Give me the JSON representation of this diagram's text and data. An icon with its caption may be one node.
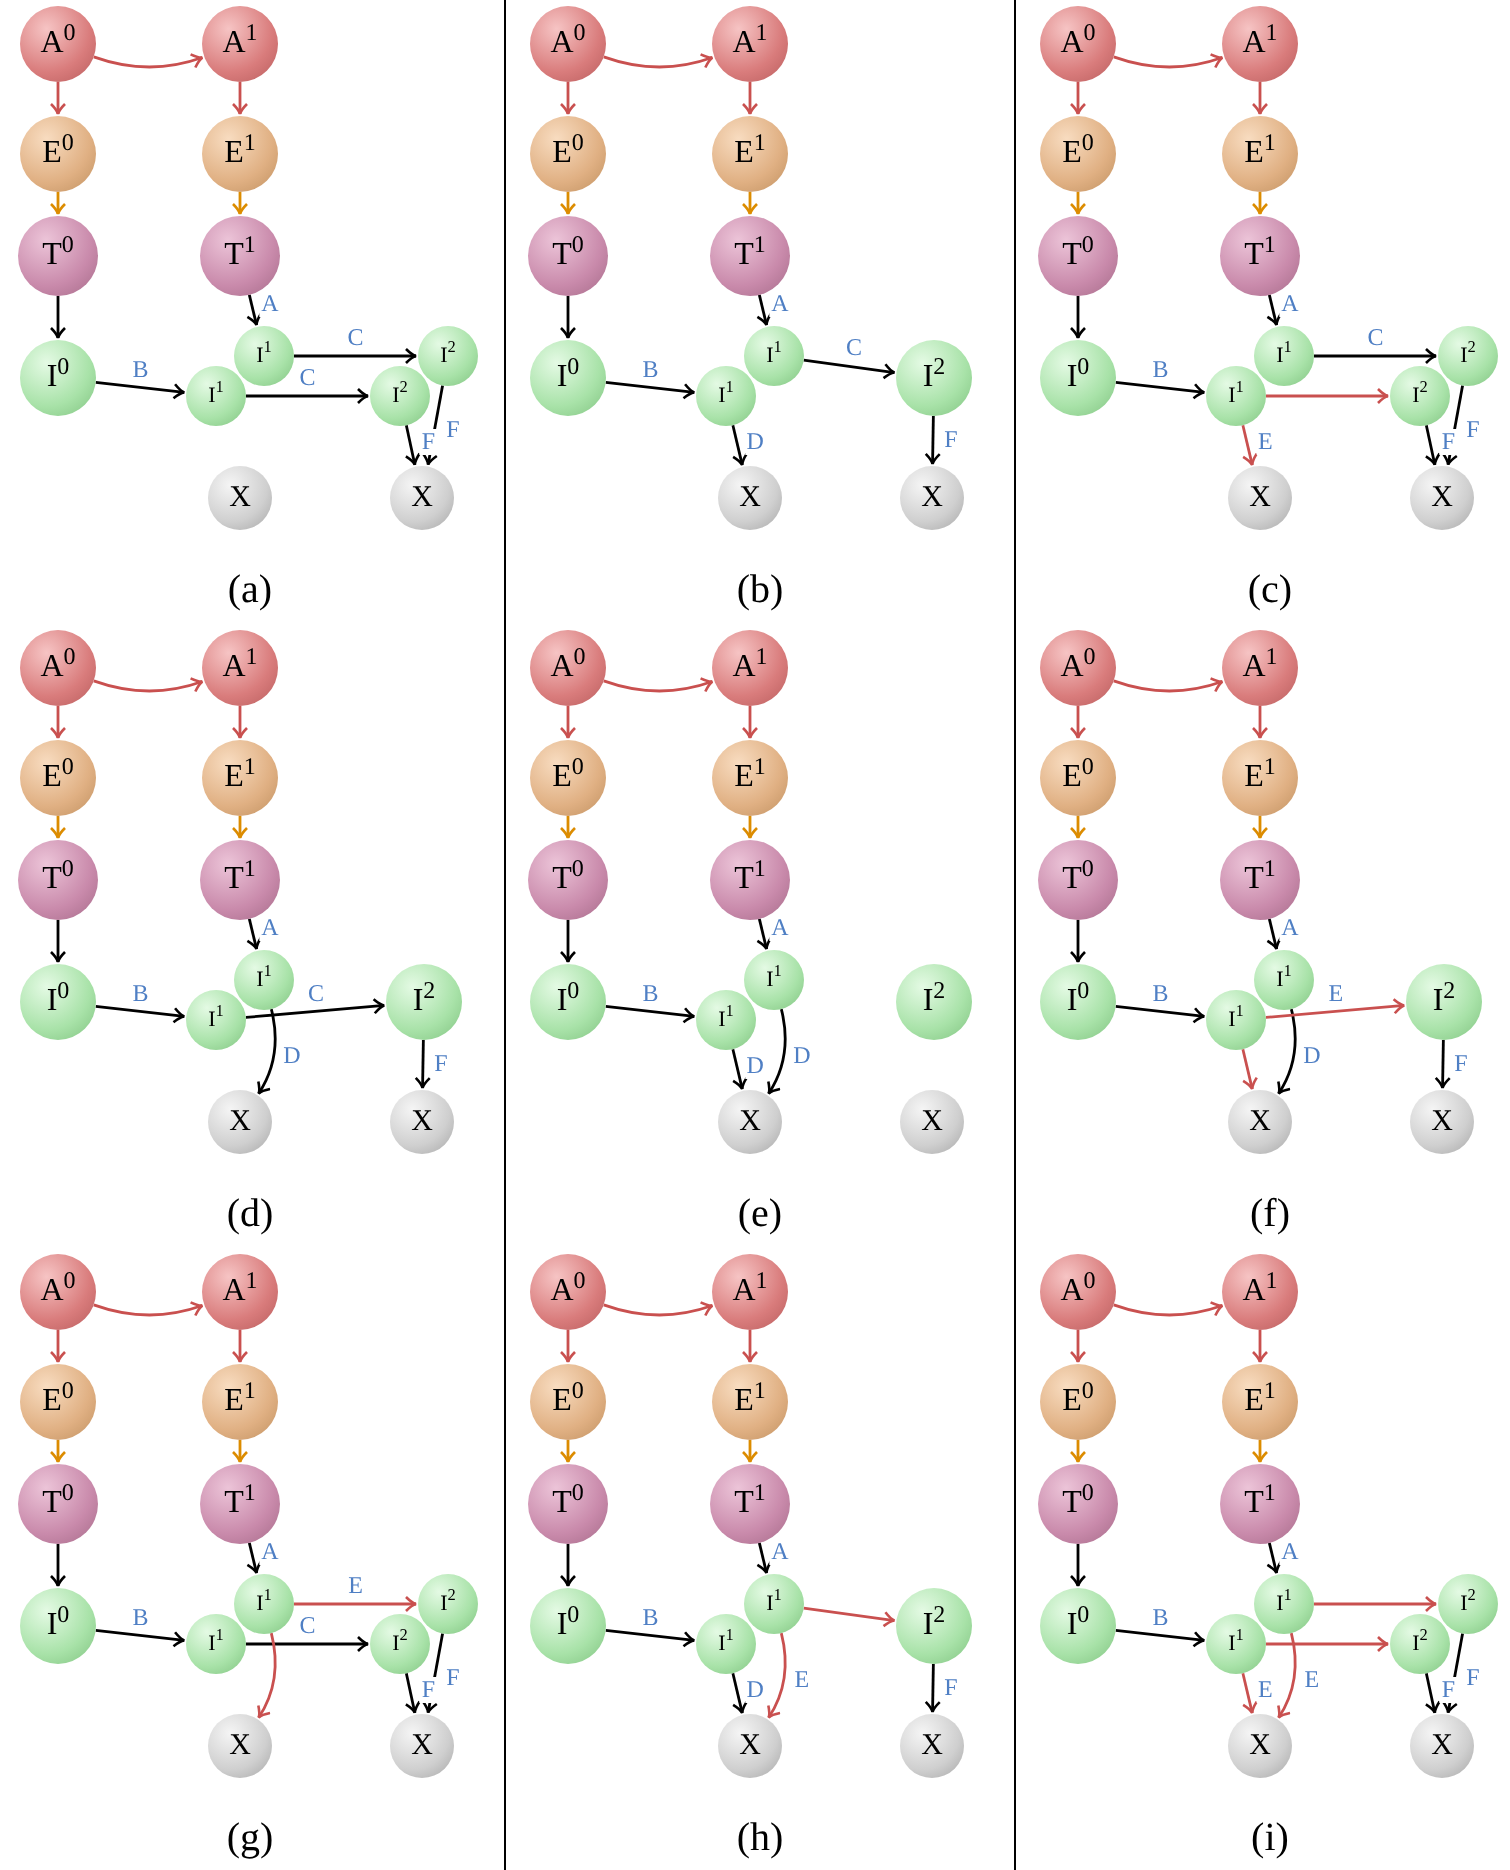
{
  "diagram": {
    "nodes": [
      {
        "text": [
          "A$^{0}$"
        ]
      },
      {
        "text": [
          "A$^{1}$"
        ]
      },
      {
        "text": [
          "E$^{0}$"
        ]
      },
      {
        "text": [
          "E$^{1}$"
        ]
      },
      {
        "text": [
          "T$^{0}$"
        ]
      },
      {
        "text": [
          "T$^{1}$"
        ]
      },
      {
        "text": [
          "I$^{0}$"
        ]
      },
      {
        "text": [
          "I$^{1}$"
        ]
      },
      {
        "text": [
          "I$^{1}$"
        ]
      },
      {
        "text": [
          "I$^{2}$"
        ]
      },
      {
        "text": [
          "I$^{2}$"
        ]
      },
      {
        "text": [
          "X"
        ]
      },
      {
        "text": [
          "X"
        ]
      },
      {
        "text": [
          "A$^{0}$"
        ]
      },
      {
        "text": [
          "A$^{1}$"
        ]
      },
      {
        "text": [
          "E$^{0}$"
        ]
      },
      {
        "text": [
          "E$^{1}$"
        ]
      },
      {
        "text": [
          "T$^{0}$"
        ]
      },
      {
        "text": [
          "T$^{1}$"
        ]
      },
      {
        "text": [
          "I$^{0}$"
        ]
      },
      {
        "text": [
          "I$^{1}$"
        ]
      },
      {
        "text": [
          "I$^{1}$"
        ]
      },
      {
        "text": [
          "I$^{2}$"
        ]
      },
      {
        "text": [
          "X"
        ]
      },
      {
        "text": [
          "X"
        ]
      },
      {
        "text": [
          "A$^{0}$"
        ]
      },
      {
        "text": [
          "A$^{1}$"
        ]
      },
      {
        "text": [
          "E$^{0}$"
        ]
      },
      {
        "text": [
          "E$^{1}$"
        ]
      },
      {
        "text": [
          "T$^{0}$"
        ]
      },
      {
        "text": [
          "T$^{1}$"
        ]
      },
      {
        "text": [
          "I$^{0}$"
        ]
      },
      {
        "text": [
          "I$^{1}$"
        ]
      },
      {
        "text": [
          "I$^{1}$"
        ]
      },
      {
        "text": [
          "I$^{2}$"
        ]
      },
      {
        "text": [
          "I$^{2}$"
        ]
      },
      {
        "text": [
          "X"
        ]
      },
      {
        "text": [
          "X"
        ]
      },
      {
        "text": [
          "A$^{0}$"
        ]
      },
      {
        "text": [
          "A$^{1}$"
        ]
      },
      {
        "text": [
          "E$^{0}$"
        ]
      },
      {
        "text": [
          "E$^{1}$"
        ]
      },
      {
        "text": [
          "T$^{0}$"
        ]
      },
      {
        "text": [
          "T$^{1}$"
        ]
      },
      {
        "text": [
          "I$^{0}$"
        ]
      },
      {
        "text": [
          "I$^{1}$"
        ]
      },
      {
        "text": [
          "I$^{1}$"
        ]
      },
      {
        "text": [
          "I$^{2}$"
        ]
      },
      {
        "text": [
          "X"
        ]
      },
      {
        "text": [
          "X"
        ]
      },
      {
        "text": [
          "A$^{0}$"
        ]
      },
      {
        "text": [
          "A$^{1}$"
        ]
      },
      {
        "text": [
          "E$^{0}$"
        ]
      },
      {
        "text": [
          "E$^{1}$"
        ]
      },
      {
        "text": [
          "T$^{0}$"
        ]
      },
      {
        "text": [
          "T$^{1}$"
        ]
      },
      {
        "text": [
          "I$^{0}$"
        ]
      },
      {
        "text": [
          "I$^{1}$"
        ]
      },
      {
        "text": [
          "I$^{1}$"
        ]
      },
      {
        "text": [
          "I$^{2}$"
        ]
      },
      {
        "text": [
          "X"
        ]
      },
      {
        "text": [
          "X"
        ]
      },
      {
        "text": [
          "A$^{0}$"
        ]
      },
      {
        "text": [
          "A$^{1}$"
        ]
      },
      {
        "text": [
          "E$^{0}$"
        ]
      },
      {
        "text": [
          "E$^{1}$"
        ]
      },
      {
        "text": [
          "T$^{0}$"
        ]
      },
      {
        "text": [
          "T$^{1}$"
        ]
      },
      {
        "text": [
          "I$^{0}$"
        ]
      },
      {
        "text": [
          "I$^{1}$"
        ]
      },
      {
        "text": [
          "I$^{1}$"
        ]
      },
      {
        "text": [
          "I$^{2}$"
        ]
      },
      {
        "text": [
          "X"
        ]
      },
      {
        "text": [
          "X"
        ]
      },
      {
        "text": [
          "A$^{0}$"
        ]
      },
      {
        "text": [
          "A$^{1}$"
        ]
      },
      {
        "text": [
          "E$^{0}$"
        ]
      },
      {
        "text": [
          "E$^{1}$"
        ]
      },
      {
        "text": [
          "T$^{0}$"
        ]
      },
      {
        "text": [
          "T$^{1}$"
        ]
      },
      {
        "text": [
          "I$^{0}$"
        ]
      },
      {
        "text": [
          "I$^{1}$"
        ]
      },
      {
        "text": [
          "I$^{1}$"
        ]
      },
      {
        "text": [
          "I$^{2}$"
        ]
      },
      {
        "text": [
          "I$^{2}$"
        ]
      },
      {
        "text": [
          "X"
        ]
      },
      {
        "text": [
          "X"
        ]
      },
      {
        "text": [
          "A$^{0}$"
        ]
      },
      {
        "text": [
          "A$^{1}$"
        ]
      },
      {
        "text": [
          "E$^{0}$"
        ]
      },
      {
        "text": [
          "E$^{1}$"
        ]
      },
      {
        "text": [
          "T$^{0}$"
        ]
      },
      {
        "text": [
          "T$^{1}$"
        ]
      },
      {
        "text": [
          "I$^{0}$"
        ]
      },
      {
        "text": [
          "I$^{1}$"
        ]
      },
      {
        "text": [
          "I$^{1}$"
        ]
      },
      {
        "text": [
          "I$^{2}$"
        ]
      },
      {
        "text": [
          "X"
        ]
      },
      {
        "text": [
          "X"
        ]
      },
      {
        "text": [
          "A$^{0}$"
        ]
      },
      {
        "text": [
          "A$^{1}$"
        ]
      },
      {
        "text": [
          "E$^{0}$"
        ]
      },
      {
        "text": [
          "E$^{1}$"
        ]
      },
      {
        "text": [
          "T$^{0}$"
        ]
      },
      {
        "text": [
          "T$^{1}$"
        ]
      },
      {
        "text": [
          "I$^{0}$"
        ]
      },
      {
        "text": [
          "I$^{1}$"
        ]
      },
      {
        "text": [
          "I$^{1}$"
        ]
      },
      {
        "text": [
          "I$^{2}$"
        ]
      },
      {
        "text": [
          "I$^{2}$"
        ]
      },
      {
        "text": [
          "X"
        ]
      },
      {
        "text": [
          "X"
        ]
      }
    ],
    "edges": [
      {
        "from": 0,
        "to": 1,
        "arrow": "to",
        "color": "#c9504f"
      },
      {
        "from": 0,
        "to": 2,
        "arrow": "to",
        "color": "#c9504f"
      },
      {
        "from": 1,
        "to": 3,
        "arrow": "to",
        "color": "#c9504f"
      },
      {
        "from": 2,
        "to": 4,
        "arrow": "to",
        "color": "#dc8c00"
      },
      {
        "from": 3,
        "to": 5,
        "arrow": "to",
        "color": "#dc8c00"
      },
      {
        "from": 4,
        "to": 6,
        "arrow": "to"
      },
      {
        "from": 5,
        "to": 7,
        "arrow": "to",
        "label": "A"
      },
      {
        "from": 6,
        "to": 8,
        "arrow": "to",
        "label": "B"
      },
      {
        "from": 7,
        "to": 9,
        "arrow": "to",
        "label": "C"
      },
      {
        "from": 8,
        "to": 10,
        "arrow": "to",
        "label": "C"
      },
      {
        "from": 10,
        "to": 12,
        "arrow": "to",
        "label": "F"
      },
      {
        "from": 9,
        "to": 12,
        "arrow": "to",
        "label": "F"
      },
      {
        "from": 13,
        "to": 14,
        "arrow": "to",
        "color": "#c9504f"
      },
      {
        "from": 13,
        "to": 15,
        "arrow": "to",
        "color": "#c9504f"
      },
      {
        "from": 14,
        "to": 16,
        "arrow": "to",
        "color": "#c9504f"
      },
      {
        "from": 15,
        "to": 17,
        "arrow": "to",
        "color": "#dc8c00"
      },
      {
        "from": 16,
        "to": 18,
        "arrow": "to",
        "color": "#dc8c00"
      },
      {
        "from": 17,
        "to": 19,
        "arrow": "to"
      },
      {
        "from": 18,
        "to": 20,
        "arrow": "to",
        "label": "A"
      },
      {
        "from": 19,
        "to": 21,
        "arrow": "to",
        "label": "B"
      },
      {
        "from": 20,
        "to": 22,
        "arrow": "to",
        "label": "C"
      },
      {
        "from": 21,
        "to": 23,
        "arrow": "to",
        "label": "D"
      },
      {
        "from": 22,
        "to": 24,
        "arrow": "to",
        "label": "F"
      },
      {
        "from": 25,
        "to": 26,
        "arrow": "to",
        "color": "#c9504f"
      },
      {
        "from": 25,
        "to": 27,
        "arrow": "to",
        "color": "#c9504f"
      },
      {
        "from": 26,
        "to": 28,
        "arrow": "to",
        "color": "#c9504f"
      },
      {
        "from": 27,
        "to": 29,
        "arrow": "to",
        "color": "#dc8c00"
      },
      {
        "from": 28,
        "to": 30,
        "arrow": "to",
        "color": "#dc8c00"
      },
      {
        "from": 29,
        "to": 31,
        "arrow": "to"
      },
      {
        "from": 30,
        "to": 32,
        "arrow": "to",
        "label": "A"
      },
      {
        "from": 31,
        "to": 33,
        "arrow": "to",
        "label": "B"
      },
      {
        "from": 32,
        "to": 34,
        "arrow": "to",
        "label": "C"
      },
      {
        "from": 33,
        "to": 35,
        "arrow": "to",
        "color": "#c9504f"
      },
      {
        "from": 33,
        "to": 36,
        "arrow": "to",
        "label": "E",
        "color": "#c9504f"
      },
      {
        "from": 35,
        "to": 37,
        "arrow": "to",
        "label": "F"
      },
      {
        "from": 34,
        "to": 37,
        "arrow": "to",
        "label": "F"
      },
      {
        "from": 38,
        "to": 39,
        "arrow": "to",
        "color": "#c9504f"
      },
      {
        "from": 38,
        "to": 40,
        "arrow": "to",
        "color": "#c9504f"
      },
      {
        "from": 39,
        "to": 41,
        "arrow": "to",
        "color": "#c9504f"
      },
      {
        "from": 40,
        "to": 42,
        "arrow": "to",
        "color": "#dc8c00"
      },
      {
        "from": 41,
        "to": 43,
        "arrow": "to",
        "color": "#dc8c00"
      },
      {
        "from": 42,
        "to": 44,
        "arrow": "to"
      },
      {
        "from": 43,
        "to": 45,
        "arrow": "to",
        "label": "A"
      },
      {
        "from": 44,
        "to": 46,
        "arrow": "to",
        "label": "B"
      },
      {
        "from": 45,
        "to": 48,
        "arrow": "to",
        "label": "D"
      },
      {
        "from": 46,
        "to": 47,
        "arrow": "to",
        "label": "C"
      },
      {
        "from": 47,
        "to": 49,
        "arrow": "to",
        "label": "F"
      },
      {
        "from": 50,
        "to": 51,
        "arrow": "to",
        "color": "#c9504f"
      },
      {
        "from": 50,
        "to": 52,
        "arrow": "to",
        "color": "#c9504f"
      },
      {
        "from": 51,
        "to": 53,
        "arrow": "to",
        "color": "#c9504f"
      },
      {
        "from": 52,
        "to": 54,
        "arrow": "to",
        "color": "#dc8c00"
      },
      {
        "from": 53,
        "to": 55,
        "arrow": "to",
        "color": "#dc8c00"
      },
      {
        "from": 54,
        "to": 56,
        "arrow": "to"
      },
      {
        "from": 55,
        "to": 57,
        "arrow": "to",
        "label": "A"
      },
      {
        "from": 56,
        "to": 58,
        "arrow": "to",
        "label": "B"
      },
      {
        "from": 58,
        "to": 60,
        "arrow": "to",
        "label": "D"
      },
      {
        "from": 57,
        "to": 60,
        "arrow": "to",
        "label": "D"
      },
      {
        "from": 62,
        "to": 63,
        "arrow": "to",
        "color": "#c9504f"
      },
      {
        "from": 62,
        "to": 64,
        "arrow": "to",
        "color": "#c9504f"
      },
      {
        "from": 63,
        "to": 65,
        "arrow": "to",
        "color": "#c9504f"
      },
      {
        "from": 64,
        "to": 66,
        "arrow": "to",
        "color": "#dc8c00"
      },
      {
        "from": 65,
        "to": 67,
        "arrow": "to",
        "color": "#dc8c00"
      },
      {
        "from": 66,
        "to": 68,
        "arrow": "to"
      },
      {
        "from": 67,
        "to": 69,
        "arrow": "to",
        "label": "A"
      },
      {
        "from": 68,
        "to": 70,
        "arrow": "to",
        "label": "B"
      },
      {
        "from": 69,
        "to": 72,
        "arrow": "to",
        "label": "D"
      },
      {
        "from": 70,
        "to": 71,
        "arrow": "to",
        "label": "E",
        "color": "#c9504f"
      },
      {
        "from": 70,
        "to": 72,
        "arrow": "to",
        "color": "#c9504f"
      },
      {
        "from": 71,
        "to": 73,
        "arrow": "to",
        "label": "F"
      },
      {
        "from": 74,
        "to": 75,
        "arrow": "to",
        "color": "#c9504f"
      },
      {
        "from": 74,
        "to": 76,
        "arrow": "to",
        "color": "#c9504f"
      },
      {
        "from": 75,
        "to": 77,
        "arrow": "to",
        "color": "#c9504f"
      },
      {
        "from": 76,
        "to": 78,
        "arrow": "to",
        "color": "#dc8c00"
      },
      {
        "from": 77,
        "to": 79,
        "arrow": "to",
        "color": "#dc8c00"
      },
      {
        "from": 78,
        "to": 80,
        "arrow": "to"
      },
      {
        "from": 79,
        "to": 81,
        "arrow": "to",
        "label": "A"
      },
      {
        "from": 80,
        "to": 82,
        "arrow": "to",
        "label": "B"
      },
      {
        "from": 82,
        "to": 84,
        "arrow": "to",
        "label": "C"
      },
      {
        "from": 81,
        "to": 83,
        "arrow": "to",
        "label": "E",
        "color": "#c9504f"
      },
      {
        "from": 81,
        "to": 85,
        "arrow": "to",
        "color": "#c9504f"
      },
      {
        "from": 84,
        "to": 86,
        "arrow": "to",
        "label": "F"
      },
      {
        "from": 83,
        "to": 86,
        "arrow": "to",
        "label": "F"
      },
      {
        "from": 87,
        "to": 88,
        "arrow": "to",
        "color": "#c9504f"
      },
      {
        "from": 87,
        "to": 89,
        "arrow": "to",
        "color": "#c9504f"
      },
      {
        "from": 88,
        "to": 90,
        "arrow": "to",
        "color": "#c9504f"
      },
      {
        "from": 89,
        "to": 91,
        "arrow": "to",
        "color": "#dc8c00"
      },
      {
        "from": 90,
        "to": 92,
        "arrow": "to",
        "color": "#dc8c00"
      },
      {
        "from": 91,
        "to": 93,
        "arrow": "to"
      },
      {
        "from": 92,
        "to": 94,
        "arrow": "to",
        "label": "A"
      },
      {
        "from": 93,
        "to": 95,
        "arrow": "to",
        "label": "B"
      },
      {
        "from": 95,
        "to": 97,
        "arrow": "to",
        "label": "D"
      },
      {
        "from": 94,
        "to": 96,
        "arrow": "to",
        "color": "#c9504f"
      },
      {
        "from": 94,
        "to": 97,
        "arrow": "to",
        "label": "E",
        "color": "#c9504f"
      },
      {
        "from": 96,
        "to": 98,
        "arrow": "to",
        "label": "F"
      },
      {
        "from": 99,
        "to": 100,
        "arrow": "to",
        "color": "#c9504f"
      },
      {
        "from": 99,
        "to": 101,
        "arrow": "to",
        "color": "#c9504f"
      },
      {
        "from": 100,
        "to": 102,
        "arrow": "to",
        "color": "#c9504f"
      },
      {
        "from": 101,
        "to": 103,
        "arrow": "to",
        "color": "#dc8c00"
      },
      {
        "from": 102,
        "to": 104,
        "arrow": "to",
        "color": "#dc8c00"
      },
      {
        "from": 103,
        "to": 105,
        "arrow": "to"
      },
      {
        "from": 104,
        "to": 106,
        "arrow": "to",
        "label": "A"
      },
      {
        "from": 105,
        "to": 107,
        "arrow": "to",
        "label": "B"
      },
      {
        "from": 106,
        "to": 108,
        "arrow": "to",
        "color": "#c9504f"
      },
      {
        "from": 106,
        "to": 110,
        "arrow": "to",
        "label": "E",
        "color": "#c9504f"
      },
      {
        "from": 107,
        "to": 109,
        "arrow": "to",
        "color": "#c9504f"
      },
      {
        "from": 107,
        "to": 110,
        "arrow": "to",
        "label": "E",
        "color": "#c9504f"
      },
      {
        "from": 109,
        "to": 111,
        "arrow": "to",
        "label": "F"
      },
      {
        "from": 108,
        "to": 111,
        "arrow": "to",
        "label": "F"
      }
    ],
    "labels": [
      "(a)",
      "(b)",
      "(c)",
      "(d)",
      "(e)",
      "(f)",
      "(g)",
      "(h)",
      "(i)"
    ]
  }
}
